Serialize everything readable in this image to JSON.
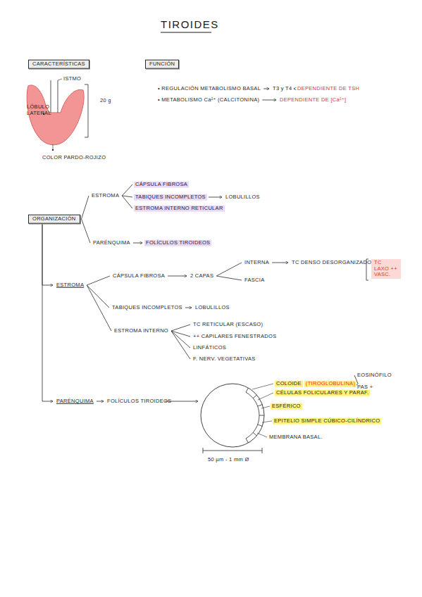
{
  "diagram": {
    "title": "TIROIDES",
    "nodes": [
      {
        "text": [
          "CARACTERÍSTICAS"
        ]
      },
      {
        "text": [
          "FUNCIÓN"
        ]
      },
      {
        "text": [
          "• REGULACIÓN METABOLISMO BASAL"
        ]
      },
      {
        "text": [
          "T3 y T4"
        ]
      },
      {
        "text": [
          "DEPENDIENTE DE TSH"
        ]
      },
      {
        "text": [
          "• METABOLISMO Ca²⁺ (CALCITONINA)"
        ]
      },
      {
        "text": [
          "DEPENDIENTE DE [Ca²⁺]"
        ]
      },
      {
        "text": [
          "ORGANIZACIÓN"
        ]
      },
      {
        "text": [
          "ESTROMA"
        ]
      },
      {
        "text": [
          "CÁPSULA FIBROSA"
        ]
      },
      {
        "text": [
          "TABIQUES INCOMPLETOS"
        ]
      },
      {
        "text": [
          "LOBULILLOS"
        ]
      },
      {
        "text": [
          "ESTROMA INTERNO RETICULAR"
        ]
      },
      {
        "text": [
          "PARÉNQUIMA"
        ]
      },
      {
        "text": [
          "FOLÍCULOS TIROIDEOS"
        ]
      },
      {
        "text": [
          "ESTROMA"
        ]
      },
      {
        "text": [
          "CÁPSULA FIBROSA"
        ]
      },
      {
        "text": [
          "2 CAPAS"
        ]
      },
      {
        "text": [
          "INTERNA"
        ]
      },
      {
        "text": [
          "TC DENSO DESORGANIZADO"
        ]
      },
      {
        "text": [
          "FASCIA"
        ]
      },
      {
        "text": [
          "TC LAXO ++ VASC."
        ]
      },
      {
        "text": [
          "TABIQUES INCOMPLETOS"
        ]
      },
      {
        "text": [
          "LOBULILLOS"
        ]
      },
      {
        "text": [
          "ESTROMA INTERNO"
        ]
      },
      {
        "text": [
          "TC RETICULAR (ESCASO)"
        ]
      },
      {
        "text": [
          "++ CAPILARES FENESTRADOS"
        ]
      },
      {
        "text": [
          "LINFÁTICOS"
        ]
      },
      {
        "text": [
          "F. NERV. VEGETATIVAS"
        ]
      },
      {
        "text": [
          "PARÉNQUIMA"
        ]
      },
      {
        "text": [
          "FOLÍCULOS TIROIDEOS"
        ]
      },
      {
        "text": [
          "COLOIDE",
          "(TIROGLOBULINA)"
        ]
      },
      {
        "text": [
          "EOSINÓFILO"
        ]
      },
      {
        "text": [
          "PAS +"
        ]
      }
    ],
    "edges": [
      {
        "from": 2,
        "to": 3,
        "arrow": "to"
      },
      {
        "from": 3,
        "to": 4,
        "arrow": "to"
      },
      {
        "from": 5,
        "to": 6,
        "arrow": "to"
      },
      {
        "from": 7,
        "to": 8,
        "arrow": "none"
      },
      {
        "from": 7,
        "to": 13,
        "arrow": "none"
      },
      {
        "from": 8,
        "to": 9,
        "arrow": "none"
      },
      {
        "from": 8,
        "to": 10,
        "arrow": "none"
      },
      {
        "from": 8,
        "to": 12,
        "arrow": "none"
      },
      {
        "from": 10,
        "to": 11,
        "arrow": "to"
      },
      {
        "from": 13,
        "to": 14,
        "arrow": "to"
      },
      {
        "from": 7,
        "to": 15,
        "arrow": "to"
      },
      {
        "from": 15,
        "to": 16,
        "arrow": "none"
      },
      {
        "from": 15,
        "to": 22,
        "arrow": "none"
      },
      {
        "from": 15,
        "to": 24,
        "arrow": "none"
      },
      {
        "from": 16,
        "to": 17,
        "arrow": "to"
      },
      {
        "from": 17,
        "to": 18,
        "arrow": "none"
      },
      {
        "from": 17,
        "to": 20,
        "arrow": "none"
      },
      {
        "from": 18,
        "to": 19,
        "arrow": "to"
      },
      {
        "from": 22,
        "to": 23,
        "arrow": "to"
      },
      {
        "from": 24,
        "to": 25,
        "arrow": "none"
      },
      {
        "from": 24,
        "to": 26,
        "arrow": "none"
      },
      {
        "from": 24,
        "to": 27,
        "arrow": "none"
      },
      {
        "from": 24,
        "to": 28,
        "arrow": "none"
      },
      {
        "from": 7,
        "to": 29,
        "arrow": "to"
      },
      {
        "from": 29,
        "to": 30,
        "arrow": "to"
      },
      {
        "from": 31,
        "to": 32,
        "arrow": "none"
      },
      {
        "from": 31,
        "to": 33,
        "arrow": "none"
      }
    ],
    "labels": [
      "ISTMO",
      "LÓBULO LATERAL",
      "20 g",
      "COLOR PARDO-ROJIZO",
      "CÉLULAS FOLICULARES Y PARAF.",
      "ESFÉRICO",
      "EPITELIO SIMPLE CÚBICO-CILÍNDRICO",
      "MEMBRANA BASAL.",
      "50 µm - 1 mm Ø"
    ]
  }
}
